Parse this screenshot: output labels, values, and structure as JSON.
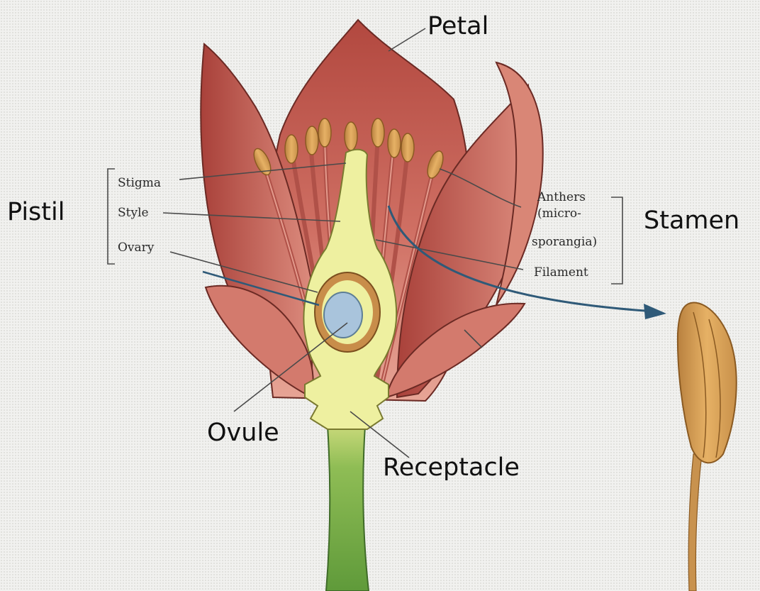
{
  "labels": {
    "petal": "Petal",
    "pistil": "Pistil",
    "stamen": "Stamen",
    "ovule": "Ovule",
    "receptacle": "Receptacle",
    "stigma": "Stigma",
    "style": "Style",
    "ovary": "Ovary",
    "anthers_1": "Anthers",
    "anthers_2": "(micro-",
    "anthers_3": "sporangia)",
    "filament": "Filament"
  },
  "colors": {
    "petal": "#c8645a",
    "petal_dark": "#8e3b33",
    "pistil": "#eef0a0",
    "ovule": "#a9c4dc",
    "ovary_wall": "#c88d4a",
    "stem": "#7fb04a",
    "anther": "#e2aa5a",
    "arrow": "#2f5a78"
  }
}
